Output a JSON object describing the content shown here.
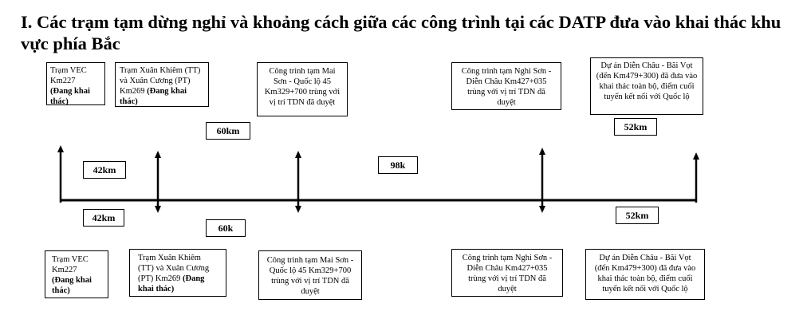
{
  "title": "I. Các trạm tạm dừng nghỉ và khoảng cách giữa các công trình tại các DATP đưa vào khai thác khu vực phía Bắc",
  "top": {
    "stations": [
      {
        "text": "Trạm VEC Km227",
        "bold": "(Đang khai thác)"
      },
      {
        "text": "Trạm Xuân Khiêm (TT) và Xuân Cương (PT) Km269",
        "bold": "(Đang khai thác)"
      },
      {
        "text": "Công trình tạm Mai Sơn - Quốc lộ 45 Km329+700 trùng với vị trí TDN đã duyệt",
        "bold": ""
      },
      {
        "text": "Công trình tạm Nghi Sơn - Diễn Châu Km427+035 trùng với vị trí TDN đã duyệt",
        "bold": ""
      },
      {
        "text": "Dự án Diễn Châu - Bãi Vọt (đến Km479+300) đã đưa vào khai thác toàn bộ, điểm cuối tuyến kết nối với Quốc lộ",
        "bold": ""
      }
    ],
    "distances": [
      "42km",
      "60km",
      "98k",
      "52km"
    ]
  },
  "bottom": {
    "stations": [
      {
        "text": "Trạm VEC Km227",
        "bold": "(Đang khai thác)"
      },
      {
        "text": "Trạm Xuân Khiêm (TT) và Xuân Cương (PT) Km269",
        "bold": "(Đang khai thác)"
      },
      {
        "text": "Công trình tạm Mai Sơn - Quốc lộ 45 Km329+700 trùng với vị trí TDN đã duyệt",
        "bold": ""
      },
      {
        "text": "Công trình tạm Nghi Sơn - Diễn Châu Km427+035 trùng với vị trí TDN đã duyệt",
        "bold": ""
      },
      {
        "text": "Dự án Diễn Châu - Bãi Vọt (đến Km479+300) đã đưa vào khai thác toàn bộ, điểm cuối tuyến kết nối với Quốc lộ",
        "bold": ""
      }
    ],
    "distances": [
      "42km",
      "60k",
      "52km"
    ]
  }
}
